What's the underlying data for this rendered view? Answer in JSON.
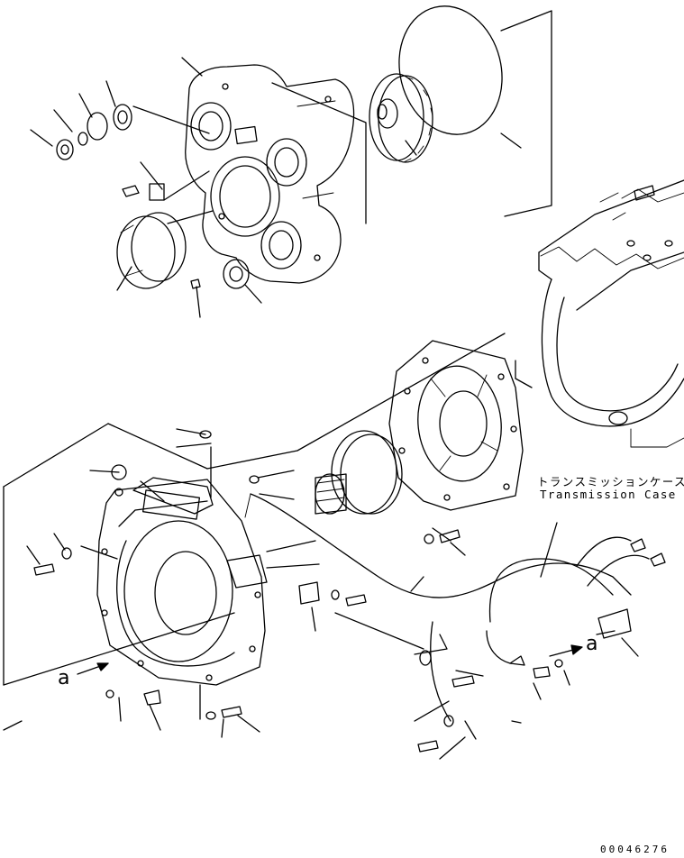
{
  "labels": {
    "case_jp": "トランスミッションケース",
    "case_en": "Transmission Case",
    "callout_left": "a",
    "callout_right": "a",
    "drawing_number": "00046276"
  }
}
